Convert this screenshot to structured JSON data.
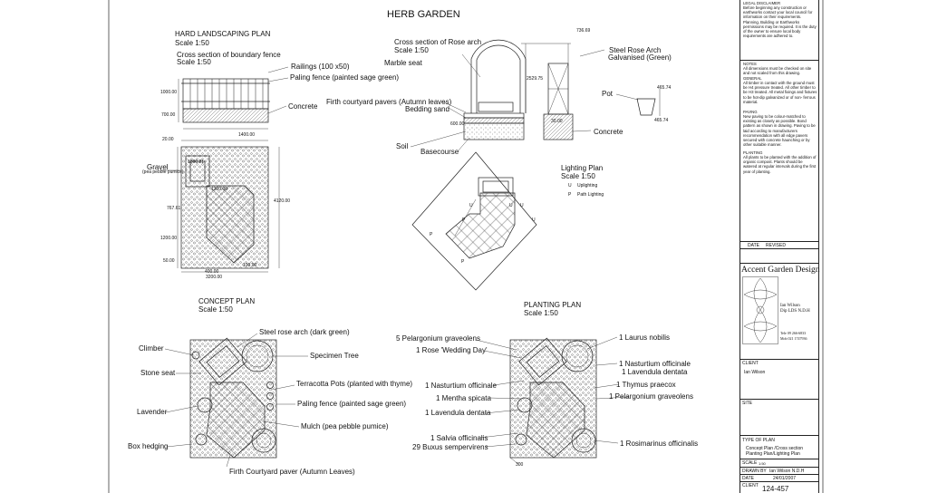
{
  "title": "HERB GARDEN",
  "hard_landscaping": {
    "title": "HARD LANDSCAPING PLAN",
    "scale": "Scale 1:50",
    "fence_section_title": "Cross section of boundary fence",
    "fence_section_scale": "Scale 1:50",
    "railings": "Railings (100 x50)",
    "paling": "Paling fence (painted sage green)",
    "concrete": "Concrete",
    "gravel": "Gravel",
    "gravel_sub": "(pea pebble pumice)",
    "dims": [
      "1000.00",
      "700.00",
      "1400.00",
      "20.00",
      "1800.21",
      "1300.00",
      "767.61",
      "1200.00",
      "50.00",
      "4120.00",
      "400.00",
      "100.00",
      "3200.00"
    ]
  },
  "rose_arch": {
    "title": "Cross section of Rose arch",
    "scale": "Scale 1:50",
    "marble_seat": "Marble seat",
    "pavers": "Firth courtyard pavers (Autumn leaves)",
    "bedding_sand": "Bedding sand",
    "soil": "Soil",
    "basecourse": "Basecourse",
    "steel_arch": "Steel Rose Arch",
    "galvanised": "Galvanised (Green)",
    "pot": "Pot",
    "concrete": "Concrete",
    "dims": [
      "736.69",
      "2529.75",
      "600.00",
      "30.00",
      "465.74",
      "465.74"
    ]
  },
  "lighting": {
    "title": "Lighting Plan",
    "scale": "Scale 1:50",
    "uplighting": "Uplighting",
    "path_lighting": "Path Lighting",
    "sym_u": "U",
    "sym_p": "P"
  },
  "concept": {
    "title": "CONCEPT PLAN",
    "scale": "Scale 1:50",
    "labels_left": [
      "Climber",
      "Stone seat",
      "Lavender",
      "Box hedging"
    ],
    "labels_right": [
      "Steel rose arch (dark green)",
      "Specimen Tree",
      "Terracotta Pots (planted with thyme)",
      "Paling fence (painted sage green)",
      "Mulch (pea pebble pumice)"
    ],
    "bottom": "Firth Courtyard paver (Autumn Leaves)"
  },
  "planting": {
    "title": "PLANTING PLAN",
    "scale": "Scale 1:50",
    "labels_left": [
      "5 Pelargonium graveolens",
      "1 Rose 'Wedding Day'",
      "1 Nasturtium officinale",
      "1 Mentha spicata",
      "1 Lavendula dentata",
      "1 Salvia officinalis",
      "29 Buxus sempervirens"
    ],
    "labels_right": [
      "1 Laurus nobilis",
      "1 Nasturtium officinale",
      "1 Lavendula dentata",
      "1 Thymus praecox",
      "1 Pelargonium graveolens",
      "1 Rosimarinus officinalis"
    ],
    "dim": "300"
  },
  "title_block": {
    "legal_heading": "LEGAL DISCLAIMER",
    "legal": "Before beginning any construction or earthworks contact your local council for information on their requirements. Planning, Building or Earthworks permissions may be required. It is the duty of the owner to ensure local body requirements are adhered to.",
    "notes_heading": "NOTES",
    "notes": "All dimensions must be checked on site and not scaled from this drawing.",
    "general_heading": "GENERAL",
    "general": "All timber in contact with the ground must be H4 pressure treated. All other timber to be H3 treated. All metal fixings and fixtures to be hot-dip galvanized or of non- ferrous material.",
    "paving_heading": "PAVING",
    "paving": "New paving to be colour-matched to existing as closely as possible. Bond pattern as shown in drawing. Paving to be laid according to manufacturers recommendation with all edge pavers secured with concrete haunching or by other suitable manner.",
    "planting_heading": "PLANTING",
    "planting": "All plants to be planted with the addition of organic compost. Plants should be watered at regular intervals during the first year of planting.",
    "date": "DATE",
    "revised": "REVISED",
    "company": "Accent Garden Design",
    "designer": "Ian Wilson",
    "quals": "Dip LDS N.D.H",
    "tel": "Tele 09 266-6833",
    "mob": "Mob 021 1747936",
    "client_heading": "CLIENT",
    "client": "Ian Wilson",
    "site_heading": "SITE",
    "type_heading": "TYPE OF PLAN",
    "type_1": "Concept Plan /Cross section",
    "type_2": "Planting Plan/Lighting Plan",
    "scale_label": "SCALE",
    "scale_value": "1:50",
    "drawn_label": "DRAWN BY",
    "drawn_value": "Ian Wilson  N.D.H",
    "date_label": "DATE",
    "date_value": "24/01/2007",
    "client_no_label": "CLIENT",
    "client_no": "124-457"
  },
  "colors": {
    "line": "#222222",
    "paper": "#ffffff"
  }
}
